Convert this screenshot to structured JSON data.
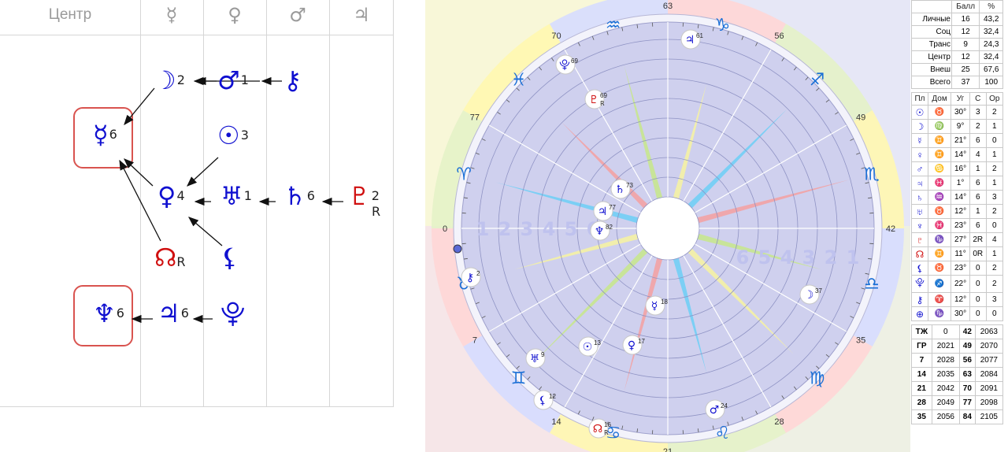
{
  "dispositor": {
    "headers": {
      "center": "Центр",
      "mercury": "☿",
      "venus": "♀",
      "mars": "♂",
      "jupiter": "♃"
    },
    "moon": {
      "glyph": "☽",
      "num": "2"
    },
    "mars": {
      "glyph": "♂",
      "num": "1"
    },
    "chiron": {
      "glyph": "⚷"
    },
    "mercury": {
      "glyph": "☿",
      "num": "6"
    },
    "sun": {
      "glyph": "☉",
      "num": "3"
    },
    "venus": {
      "glyph": "♀",
      "num": "4"
    },
    "uranus": {
      "glyph": "♅",
      "num": "1"
    },
    "saturn": {
      "glyph": "♄",
      "num": "6"
    },
    "pluto": {
      "glyph": "♇",
      "num": "2",
      "r": "R"
    },
    "node": {
      "glyph": "☊",
      "r": "R"
    },
    "lilith": {
      "glyph": "⚸"
    },
    "neptune": {
      "glyph": "♆",
      "num": "6"
    },
    "jupiter": {
      "glyph": "♃",
      "num": "6"
    },
    "proserpina": {
      "glyph": "⯓"
    }
  },
  "chart": {
    "degree_marks": [
      "63",
      "56",
      "49",
      "42",
      "35",
      "28",
      "21",
      "14",
      "7",
      "0",
      "77",
      "70"
    ],
    "signs": [
      "♑",
      "♐",
      "♏",
      "♎",
      "♍",
      "♌",
      "♋",
      "♊",
      "♉",
      "♈",
      "♓",
      "♒"
    ],
    "rings_left": [
      "1",
      "2",
      "3",
      "4",
      "5",
      "6"
    ],
    "rings_right": [
      "6",
      "5",
      "4",
      "3",
      "2",
      "1"
    ],
    "planets": [
      {
        "g": "♃",
        "n": "61"
      },
      {
        "g": "⯓",
        "n": "69"
      },
      {
        "g": "♇",
        "n": "69",
        "r": "R"
      },
      {
        "g": "♄",
        "n": "73"
      },
      {
        "g": "♃",
        "n": "77"
      },
      {
        "g": "♆",
        "n": "82"
      },
      {
        "g": "⚷",
        "n": "2"
      },
      {
        "g": "☽",
        "n": "37"
      },
      {
        "g": "☿",
        "n": "18"
      },
      {
        "g": "♅",
        "n": "9"
      },
      {
        "g": "☉",
        "n": "13"
      },
      {
        "g": "♀",
        "n": "17"
      },
      {
        "g": "⚸",
        "n": "12"
      },
      {
        "g": "♂",
        "n": "24"
      },
      {
        "g": "☊",
        "n": "16",
        "r": "R"
      }
    ]
  },
  "balance": {
    "header": [
      "",
      "Балл",
      "%"
    ],
    "rows": [
      [
        "Личные",
        "16",
        "43,2"
      ],
      [
        "Соц",
        "12",
        "32,4"
      ],
      [
        "Транс",
        "9",
        "24,3"
      ],
      [
        "Центр",
        "12",
        "32,4"
      ],
      [
        "Внеш",
        "25",
        "67,6"
      ],
      [
        "Всего",
        "37",
        "100"
      ]
    ]
  },
  "planet_table": {
    "header": [
      "Пл",
      "Дом",
      "Уг",
      "С",
      "Ор"
    ],
    "rows": [
      [
        "☉",
        "♉",
        "30°",
        "3",
        "2"
      ],
      [
        "☽",
        "♍",
        "9°",
        "2",
        "1"
      ],
      [
        "☿",
        "♊",
        "21°",
        "6",
        "0"
      ],
      [
        "♀",
        "♊",
        "14°",
        "4",
        "1"
      ],
      [
        "♂",
        "♋",
        "16°",
        "1",
        "2"
      ],
      [
        "♃",
        "♓",
        "1°",
        "6",
        "1"
      ],
      [
        "♄",
        "♒",
        "14°",
        "6",
        "3"
      ],
      [
        "♅",
        "♉",
        "12°",
        "1",
        "2"
      ],
      [
        "♆",
        "♓",
        "23°",
        "6",
        "0"
      ],
      [
        "♇",
        "♑",
        "27°",
        "2R",
        "4"
      ],
      [
        "☊",
        "♊",
        "11°",
        "0R",
        "1"
      ],
      [
        "⚸",
        "♉",
        "23°",
        "0",
        "2"
      ],
      [
        "⯓",
        "♐",
        "22°",
        "0",
        "2"
      ],
      [
        "⚷",
        "♈",
        "12°",
        "0",
        "3"
      ],
      [
        "⊕",
        "♑",
        "30°",
        "0",
        "0"
      ]
    ]
  },
  "years_table": {
    "rows": [
      [
        "ТЖ",
        "0",
        "42",
        "2063"
      ],
      [
        "ГР",
        "2021",
        "49",
        "2070"
      ],
      [
        "7",
        "2028",
        "56",
        "2077"
      ],
      [
        "14",
        "2035",
        "63",
        "2084"
      ],
      [
        "21",
        "2042",
        "70",
        "2091"
      ],
      [
        "28",
        "2049",
        "77",
        "2098"
      ],
      [
        "35",
        "2056",
        "84",
        "2105"
      ]
    ]
  }
}
